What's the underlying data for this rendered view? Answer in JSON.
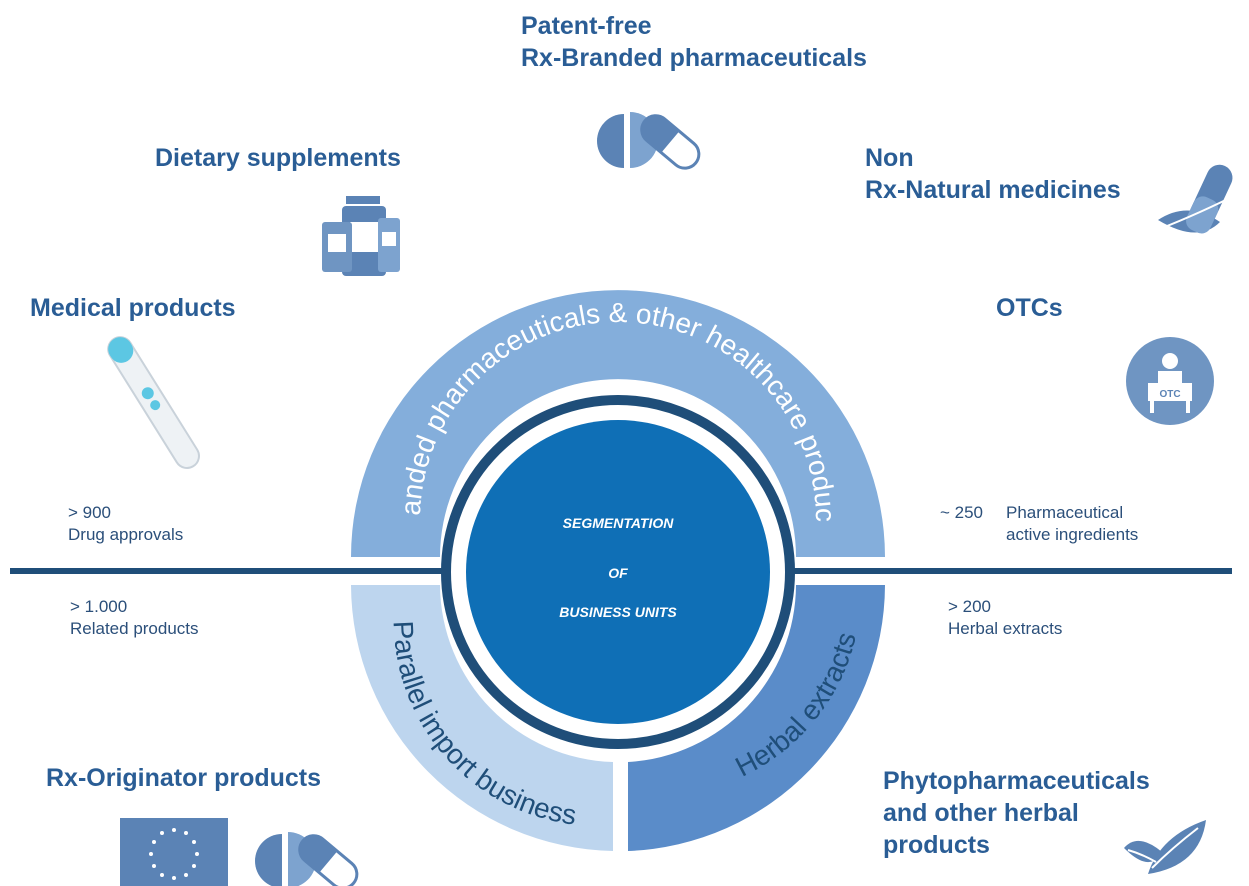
{
  "colors": {
    "navy": "#1f4e79",
    "heading_blue": "#2a5d95",
    "ring_top": "#84aedb",
    "ring_left": "#bdd5ee",
    "ring_right": "#5a8cc9",
    "center": "#0f6fb6",
    "icon": "#5b83b5"
  },
  "center": {
    "line1": "SEGMENTATION",
    "line2": "OF",
    "line3": "BUSINESS UNITS"
  },
  "ring": {
    "top": "Branded pharmaceuticals & other healthcare products",
    "left": "Parallel import business",
    "right": "Herbal extracts"
  },
  "categories": {
    "patent_free_line1": "Patent-free",
    "patent_free_line2": "Rx-Branded pharmaceuticals",
    "dietary": "Dietary supplements",
    "non_rx_line1": "Non",
    "non_rx_line2": "Rx-Natural medicines",
    "medical": "Medical products",
    "otcs": "OTCs",
    "rx_originator": "Rx-Originator products",
    "phyto_line1": "Phytopharmaceuticals",
    "phyto_line2": "and other herbal",
    "phyto_line3": "products"
  },
  "stats": {
    "drug_approvals_num": "> 900",
    "drug_approvals_txt": "Drug approvals",
    "related_num": "> 1.000",
    "related_txt": "Related products",
    "api_num": "~ 250",
    "api_txt1": "Pharmaceutical",
    "api_txt2": "active ingredients",
    "herbal_num": "> 200",
    "herbal_txt": "Herbal extracts"
  },
  "icons": {
    "pill": "pill-icon",
    "supplements": "supplement-bottles-icon",
    "natural": "leaf-capsule-icon",
    "medical": "medical-pen-device-icon",
    "otc": "otc-counter-icon",
    "eu_flag": "eu-flag-icon",
    "leaves": "leaves-icon"
  },
  "otc_label": "OTC"
}
